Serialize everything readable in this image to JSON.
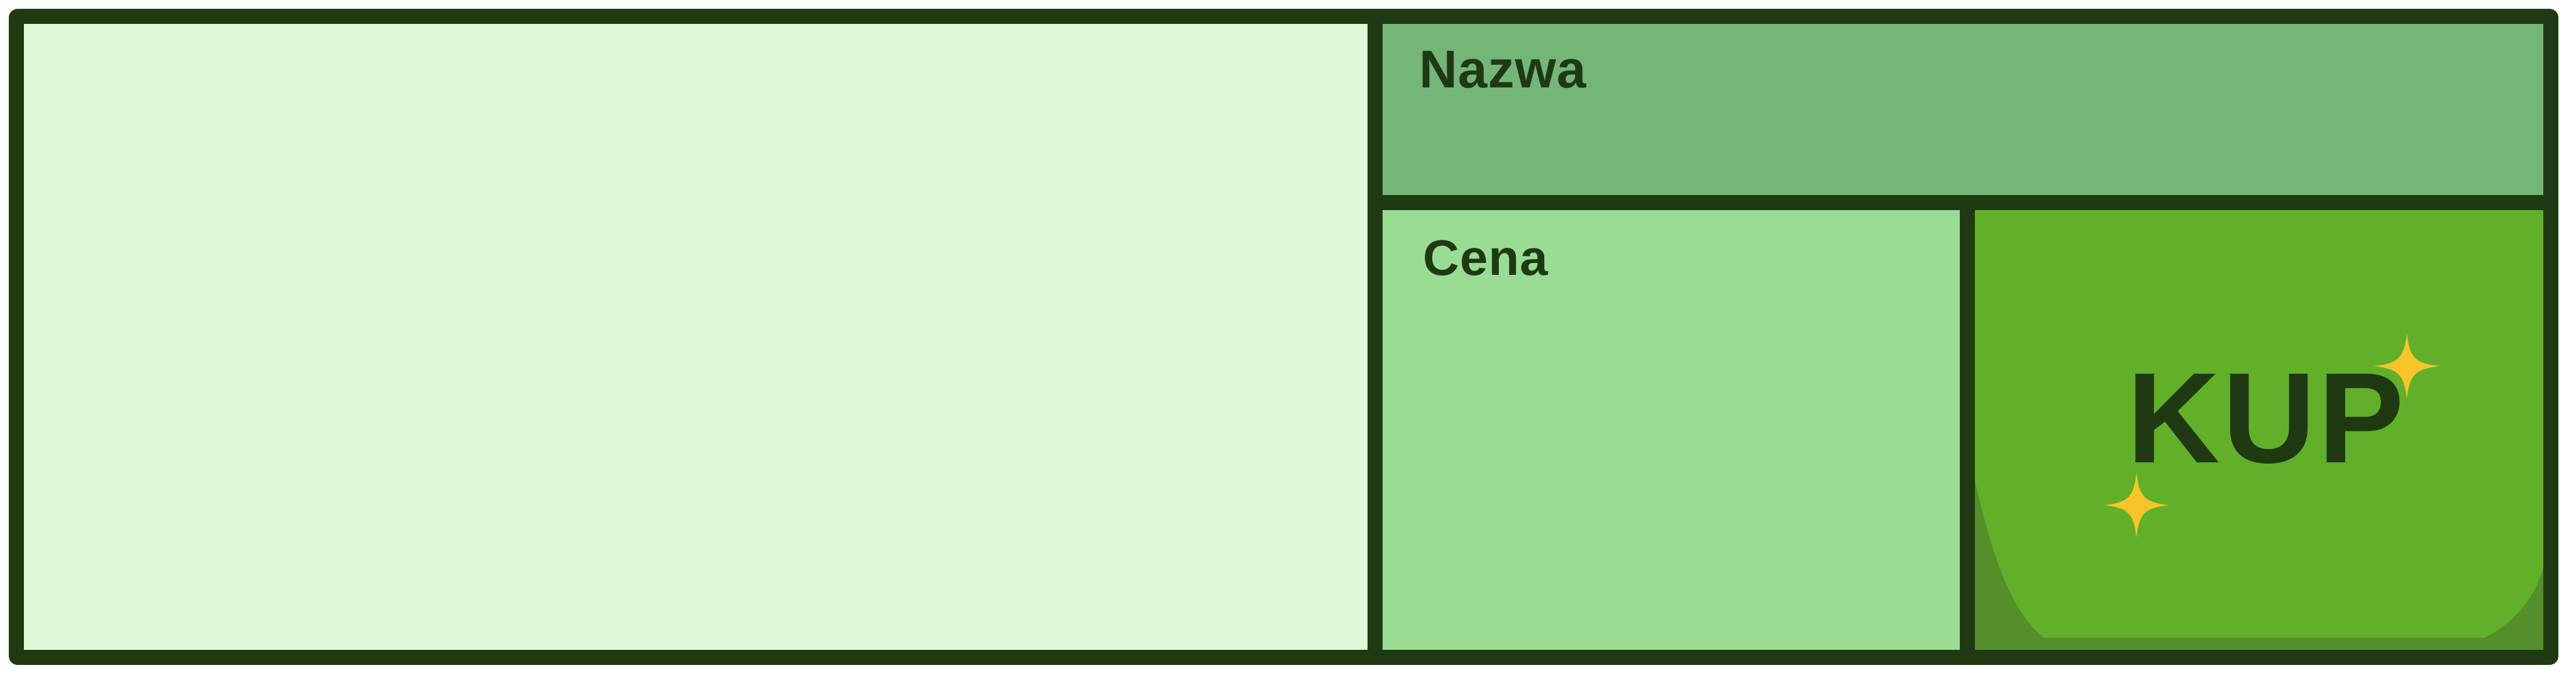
{
  "product_card": {
    "name_label": "Nazwa",
    "price_label": "Cena",
    "buy_label": "KUP"
  },
  "icons": {
    "sparkle": "sparkle-icon"
  },
  "colors": {
    "outline": "#1f3a12",
    "image_bg": "#e0f9d6",
    "name_bg": "#74b57a",
    "price_bg": "#9bdc95",
    "button_bg": "#62b02a",
    "button_shadow": "#548f2c",
    "sparkle": "#f7c52b"
  }
}
